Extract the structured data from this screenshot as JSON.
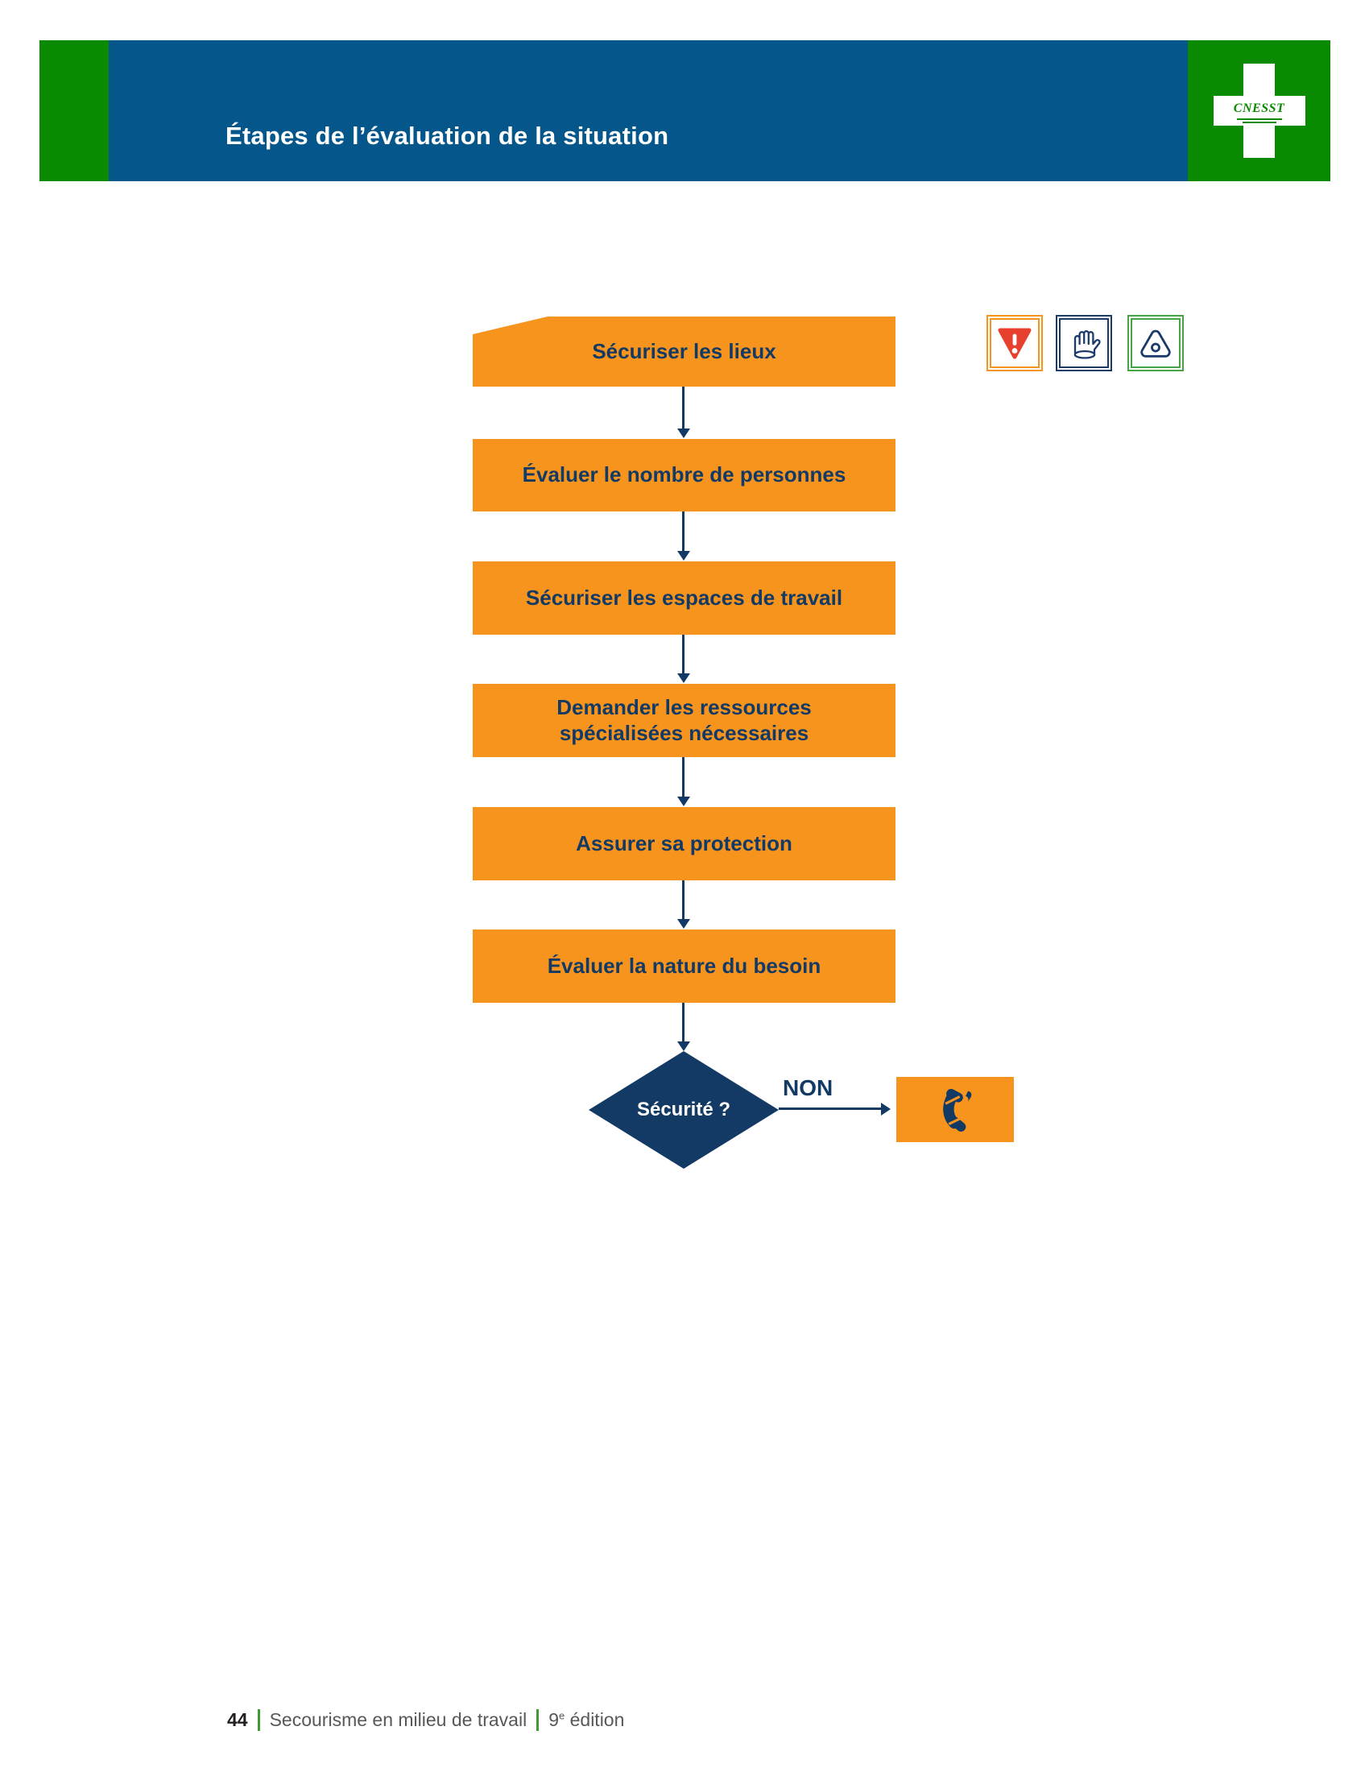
{
  "header": {
    "title": "Étapes de l’évaluation de la situation",
    "logo_text": "CNESST"
  },
  "hazard_icons": [
    {
      "name": "yield-warning-icon"
    },
    {
      "name": "protective-glove-icon"
    },
    {
      "name": "caution-triangle-icon"
    }
  ],
  "flow": {
    "steps": [
      {
        "label": "Sécuriser les lieux"
      },
      {
        "label": "Évaluer le nombre de personnes"
      },
      {
        "label": "Sécuriser les espaces de travail"
      },
      {
        "label": "Demander les ressources\nspécialisées nécessaires"
      },
      {
        "label": "Assurer sa protection"
      },
      {
        "label": "Évaluer la nature du besoin"
      }
    ],
    "decision": {
      "label": "Sécurité ?",
      "branch_label": "NON"
    },
    "phone_icon": "phone-receiver-icon"
  },
  "footer": {
    "page_number": "44",
    "book_title": "Secourisme en milieu de travail",
    "edition_number": "9",
    "edition_exponent": "e",
    "edition_word": "édition"
  },
  "colors": {
    "banner_blue": "#04568b",
    "brand_green": "#0a8a00",
    "box_orange": "#f7941e",
    "navy": "#123a64",
    "warning_red": "#e8402f",
    "icon_border_navy": "#1b3a6b",
    "icon_border_green": "#43a543",
    "footer_text_gray": "#58585b",
    "footer_separator_green": "#3f9c35"
  }
}
